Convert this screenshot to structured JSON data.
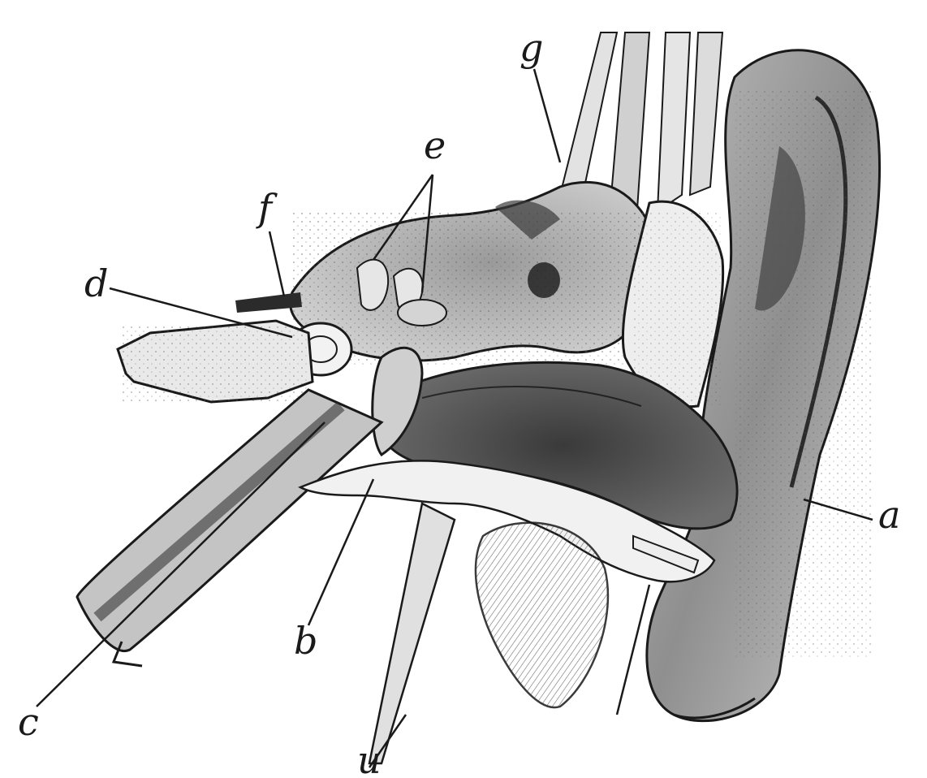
{
  "figure": {
    "labels": {
      "a": "a",
      "b": "b",
      "c": "c",
      "d": "d",
      "e": "e",
      "f": "f",
      "g": "g",
      "u": "u"
    }
  },
  "colors": {
    "ink": "#1a1a1a",
    "paper": "#ffffff",
    "shade_dark": "#2b2b2b",
    "shade_mid": "#8c8c8c",
    "shade_light": "#d6d6d6"
  }
}
